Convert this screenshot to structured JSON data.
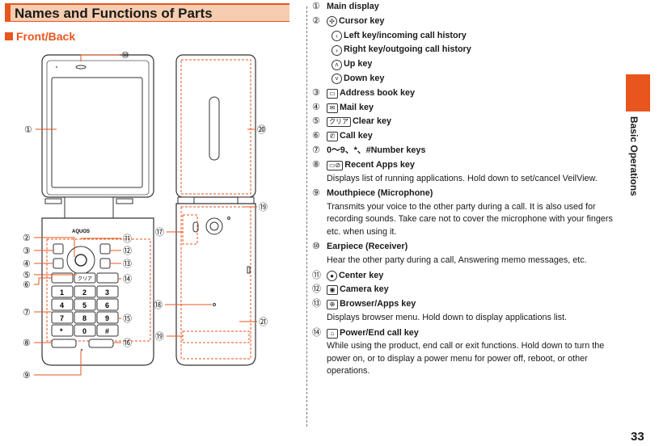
{
  "header": {
    "title": "Names and Functions of Parts"
  },
  "section": {
    "subtitle": "Front/Back"
  },
  "tab": {
    "label": "Basic Operations"
  },
  "page": {
    "number": "33"
  },
  "colors": {
    "accent": "#e8561e",
    "heading_bg": "#f6cdb0"
  },
  "figure": {
    "brand": "AQUOS",
    "callouts": [
      "①",
      "②",
      "③",
      "④",
      "⑤",
      "⑥",
      "⑦",
      "⑧",
      "⑨",
      "⑩",
      "⑪",
      "⑫",
      "⑬",
      "⑭",
      "⑮",
      "⑯",
      "⑰",
      "⑱",
      "⑲",
      "⑳",
      "㉑"
    ],
    "key_labels": {
      "clear": "クリア",
      "keypad": [
        "1",
        "2",
        "3",
        "4",
        "5",
        "6",
        "7",
        "8",
        "9",
        "*",
        "0",
        "#"
      ]
    }
  },
  "items": [
    {
      "num": "①",
      "title": "Main display"
    },
    {
      "num": "②",
      "icon": "cursor-key-icon",
      "title": "Cursor key",
      "subs": [
        {
          "icon": "left-key-icon",
          "label": "Left key/incoming call history"
        },
        {
          "icon": "right-key-icon",
          "label": "Right key/outgoing call history"
        },
        {
          "icon": "up-key-icon",
          "label": "Up key"
        },
        {
          "icon": "down-key-icon",
          "label": "Down key"
        }
      ]
    },
    {
      "num": "③",
      "icon": "address-book-key-icon",
      "title": "Address book key"
    },
    {
      "num": "④",
      "icon": "mail-key-icon",
      "title": "Mail key"
    },
    {
      "num": "⑤",
      "icon": "clear-key-icon",
      "title": "Clear key"
    },
    {
      "num": "⑥",
      "icon": "call-key-icon",
      "title": "Call key"
    },
    {
      "num": "⑦",
      "title_prefix": "0～9、*、#",
      "title": "Number keys"
    },
    {
      "num": "⑧",
      "icon": "recent-apps-key-icon",
      "title": "Recent Apps key",
      "desc": "Displays list of running applications. Hold down to set/cancel VeilView."
    },
    {
      "num": "⑨",
      "title": "Mouthpiece (Microphone)",
      "desc": "Transmits your voice to the other party during a call. It is also used for recording sounds. Take care not to cover the microphone with your fingers etc. when using it."
    },
    {
      "num": "⑩",
      "title": "Earpiece (Receiver)",
      "desc": "Hear the other party during a call, Answering memo messages, etc."
    },
    {
      "num": "⑪",
      "icon": "center-key-icon",
      "title": "Center key"
    },
    {
      "num": "⑫",
      "icon": "camera-key-icon",
      "title": "Camera key"
    },
    {
      "num": "⑬",
      "icon": "browser-key-icon",
      "title": "Browser/Apps key",
      "desc": "Displays browser menu. Hold down to display applications list."
    },
    {
      "num": "⑭",
      "icon": "power-key-icon",
      "title": "Power/End call key",
      "desc": "While using the product, end call or exit functions. Hold down to turn the power on, or to display a power menu for power off, reboot, or other operations."
    }
  ]
}
